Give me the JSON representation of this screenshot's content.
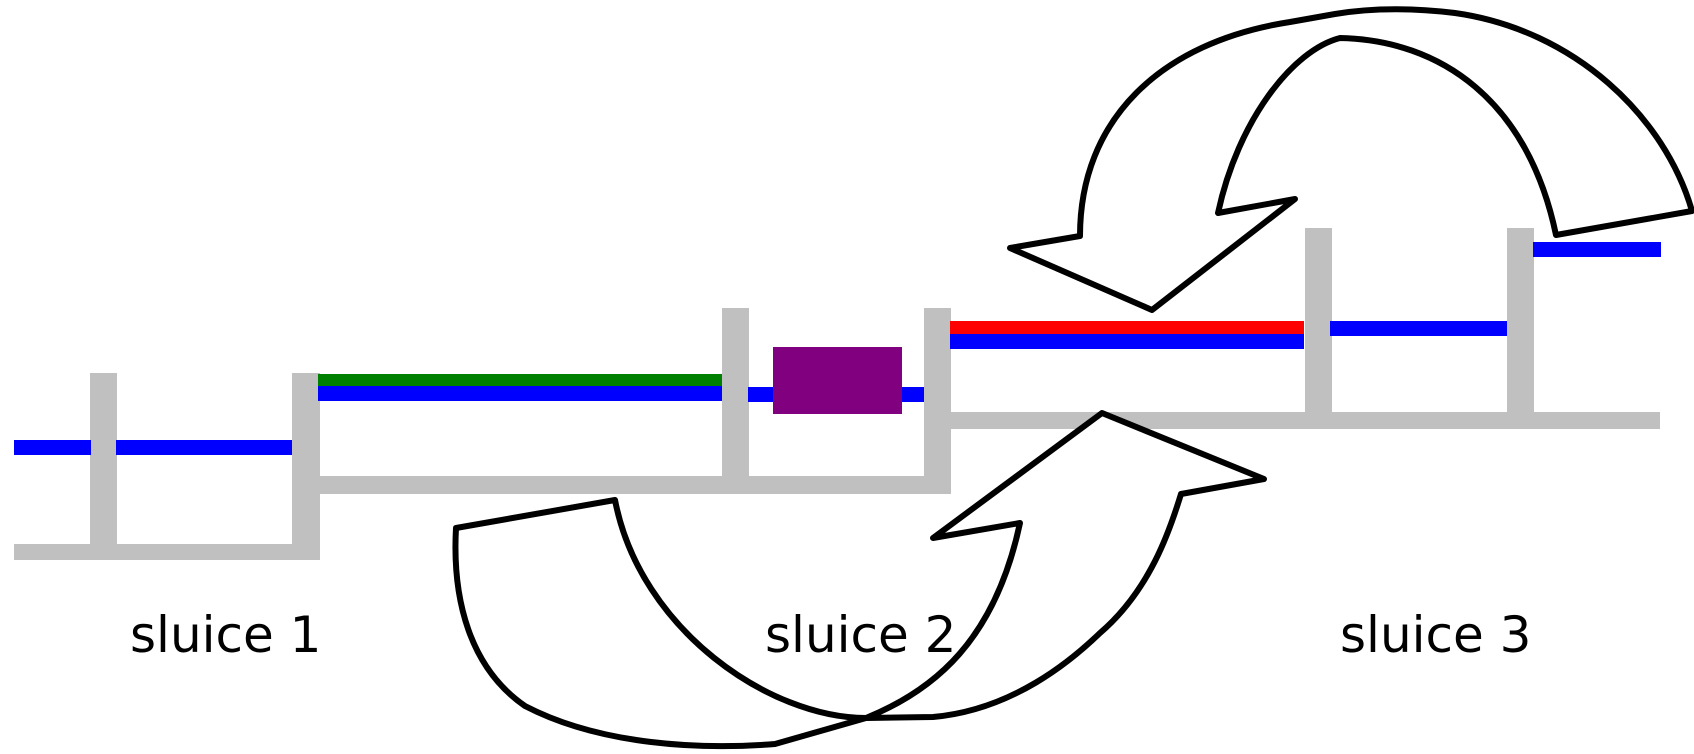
{
  "diagram": {
    "labels": {
      "sluice_1": "sluice 1",
      "sluice_2": "sluice 2",
      "sluice_3": "sluice 3"
    },
    "colors": {
      "structure": "#c0c0c0",
      "water": "#0000ff",
      "green_level": "#008000",
      "red_level": "#ff0000",
      "boat": "#800080",
      "arrow_fill": "#ffffff",
      "arrow_stroke": "#000000"
    }
  }
}
